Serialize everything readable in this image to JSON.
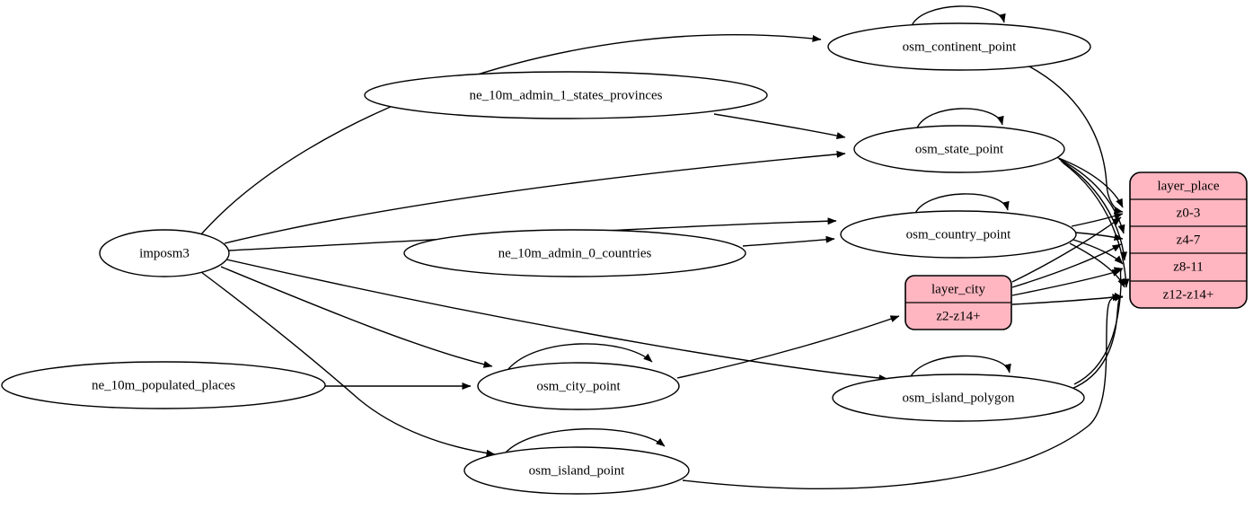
{
  "diagram": {
    "type": "graphviz-etl-flow",
    "colors": {
      "background": "#ffffff",
      "node_fill": "#ffffff",
      "record_fill": "#ffb6c1",
      "stroke": "#000000"
    },
    "nodes": {
      "imposm3": {
        "label": "imposm3",
        "shape": "ellipse"
      },
      "ne_10m_admin_1_states_provinces": {
        "label": "ne_10m_admin_1_states_provinces",
        "shape": "ellipse"
      },
      "ne_10m_admin_0_countries": {
        "label": "ne_10m_admin_0_countries",
        "shape": "ellipse"
      },
      "ne_10m_populated_places": {
        "label": "ne_10m_populated_places",
        "shape": "ellipse"
      },
      "osm_continent_point": {
        "label": "osm_continent_point",
        "shape": "ellipse"
      },
      "osm_state_point": {
        "label": "osm_state_point",
        "shape": "ellipse"
      },
      "osm_country_point": {
        "label": "osm_country_point",
        "shape": "ellipse"
      },
      "osm_city_point": {
        "label": "osm_city_point",
        "shape": "ellipse"
      },
      "osm_island_polygon": {
        "label": "osm_island_polygon",
        "shape": "ellipse"
      },
      "osm_island_point": {
        "label": "osm_island_point",
        "shape": "ellipse"
      }
    },
    "records": {
      "layer_place": {
        "title": "layer_place",
        "rows": [
          "z0-3",
          "z4-7",
          "z8-11",
          "z12-z14+"
        ]
      },
      "layer_city": {
        "title": "layer_city",
        "rows": [
          "z2-z14+"
        ]
      }
    },
    "edges": [
      {
        "from": "imposm3",
        "to": "osm_continent_point"
      },
      {
        "from": "imposm3",
        "to": "osm_state_point"
      },
      {
        "from": "imposm3",
        "to": "osm_country_point"
      },
      {
        "from": "imposm3",
        "to": "osm_city_point"
      },
      {
        "from": "imposm3",
        "to": "osm_island_polygon"
      },
      {
        "from": "imposm3",
        "to": "osm_island_point"
      },
      {
        "from": "ne_10m_admin_1_states_provinces",
        "to": "osm_state_point"
      },
      {
        "from": "ne_10m_admin_0_countries",
        "to": "osm_country_point"
      },
      {
        "from": "ne_10m_populated_places",
        "to": "osm_city_point"
      },
      {
        "from": "osm_continent_point",
        "to": "osm_continent_point"
      },
      {
        "from": "osm_state_point",
        "to": "osm_state_point"
      },
      {
        "from": "osm_country_point",
        "to": "osm_country_point"
      },
      {
        "from": "osm_city_point",
        "to": "osm_city_point"
      },
      {
        "from": "osm_island_polygon",
        "to": "osm_island_polygon"
      },
      {
        "from": "osm_island_point",
        "to": "osm_island_point"
      },
      {
        "from": "osm_continent_point",
        "to": "layer_place.z0-3"
      },
      {
        "from": "osm_state_point",
        "to": "layer_place.z0-3"
      },
      {
        "from": "osm_state_point",
        "to": "layer_place.z4-7"
      },
      {
        "from": "osm_state_point",
        "to": "layer_place.z8-11"
      },
      {
        "from": "osm_state_point",
        "to": "layer_place.z12-z14+"
      },
      {
        "from": "osm_country_point",
        "to": "layer_place.z0-3"
      },
      {
        "from": "osm_country_point",
        "to": "layer_place.z4-7"
      },
      {
        "from": "osm_country_point",
        "to": "layer_place.z8-11"
      },
      {
        "from": "osm_country_point",
        "to": "layer_place.z12-z14+"
      },
      {
        "from": "osm_city_point",
        "to": "layer_city.z2-z14+"
      },
      {
        "from": "layer_city",
        "to": "layer_place.z0-3"
      },
      {
        "from": "layer_city",
        "to": "layer_place.z4-7"
      },
      {
        "from": "layer_city",
        "to": "layer_place.z8-11"
      },
      {
        "from": "layer_city",
        "to": "layer_place.z12-z14+"
      },
      {
        "from": "osm_island_polygon",
        "to": "layer_place.z8-11"
      },
      {
        "from": "osm_island_polygon",
        "to": "layer_place.z12-z14+"
      },
      {
        "from": "osm_island_point",
        "to": "layer_place.z12-z14+"
      }
    ]
  }
}
